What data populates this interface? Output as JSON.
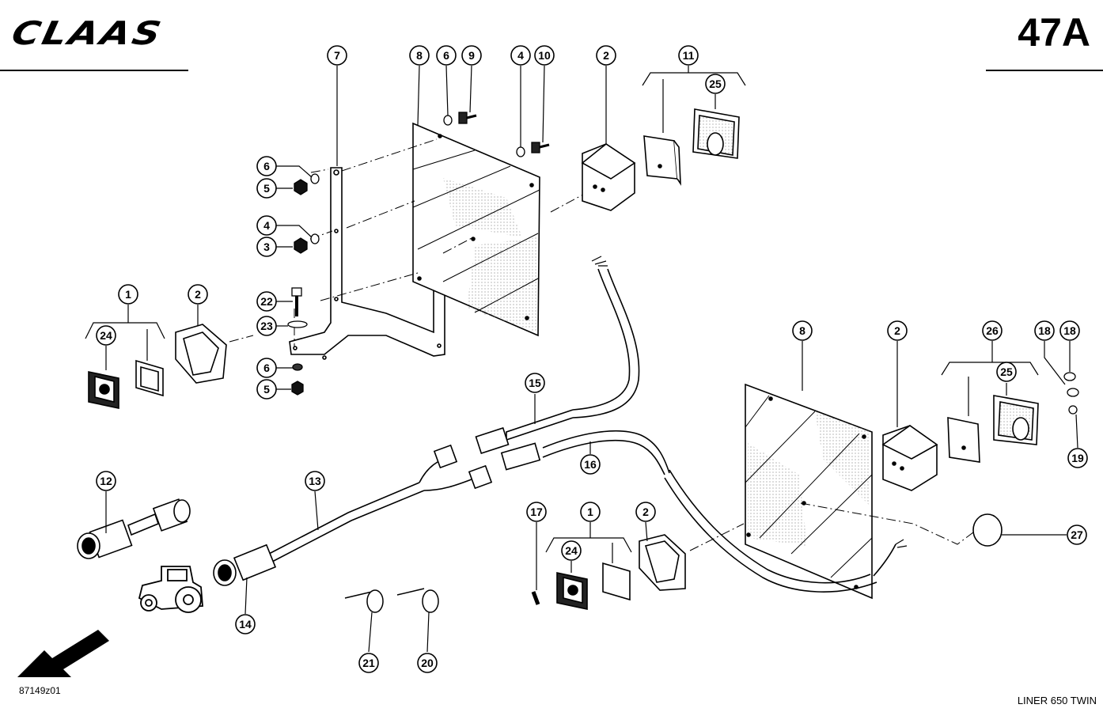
{
  "header": {
    "logo": "CLAAS",
    "page_number": "47A"
  },
  "footer": {
    "drawing_code": "87149z01",
    "model": "LINER 650 TWIN"
  },
  "callouts": [
    {
      "id": "c7a",
      "label": "7"
    },
    {
      "id": "c8a",
      "label": "8"
    },
    {
      "id": "c6a",
      "label": "6"
    },
    {
      "id": "c9",
      "label": "9"
    },
    {
      "id": "c4a",
      "label": "4"
    },
    {
      "id": "c10",
      "label": "10"
    },
    {
      "id": "c2a",
      "label": "2"
    },
    {
      "id": "c11",
      "label": "11"
    },
    {
      "id": "c25a",
      "label": "25"
    },
    {
      "id": "c6b",
      "label": "6"
    },
    {
      "id": "c5a",
      "label": "5"
    },
    {
      "id": "c4b",
      "label": "4"
    },
    {
      "id": "c3",
      "label": "3"
    },
    {
      "id": "c1a",
      "label": "1"
    },
    {
      "id": "c2b",
      "label": "2"
    },
    {
      "id": "c24a",
      "label": "24"
    },
    {
      "id": "c22",
      "label": "22"
    },
    {
      "id": "c23",
      "label": "23"
    },
    {
      "id": "c6c",
      "label": "6"
    },
    {
      "id": "c5b",
      "label": "5"
    },
    {
      "id": "c8b",
      "label": "8"
    },
    {
      "id": "c2c",
      "label": "2"
    },
    {
      "id": "c26",
      "label": "26"
    },
    {
      "id": "c18a",
      "label": "18"
    },
    {
      "id": "c18b",
      "label": "18"
    },
    {
      "id": "c25b",
      "label": "25"
    },
    {
      "id": "c19",
      "label": "19"
    },
    {
      "id": "c15",
      "label": "15"
    },
    {
      "id": "c16",
      "label": "16"
    },
    {
      "id": "c12",
      "label": "12"
    },
    {
      "id": "c13",
      "label": "13"
    },
    {
      "id": "c14",
      "label": "14"
    },
    {
      "id": "c17",
      "label": "17"
    },
    {
      "id": "c1b",
      "label": "1"
    },
    {
      "id": "c2d",
      "label": "2"
    },
    {
      "id": "c24b",
      "label": "24"
    },
    {
      "id": "c27",
      "label": "27"
    },
    {
      "id": "c21",
      "label": "21"
    },
    {
      "id": "c20",
      "label": "20"
    }
  ]
}
